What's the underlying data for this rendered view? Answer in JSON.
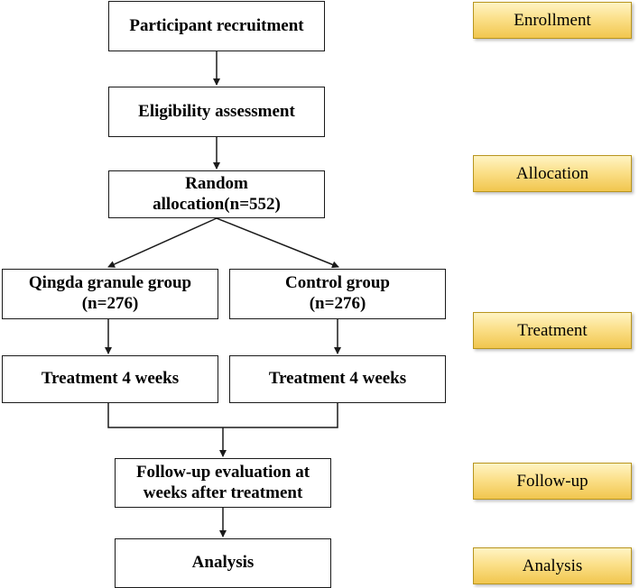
{
  "boxes": {
    "recruitment": "Participant recruitment",
    "eligibility": "Eligibility assessment",
    "allocation": "Random allocation(n=552)",
    "qingda_group": "Qingda granule group (n=276)",
    "control_group": "Control group (n=276)",
    "treatment_left": "Treatment 4 weeks",
    "treatment_right": "Treatment 4 weeks",
    "followup": "Follow-up evaluation at weeks after treatment",
    "analysis": "Analysis"
  },
  "stages": {
    "enrollment": "Enrollment",
    "allocation": "Allocation",
    "treatment": "Treatment",
    "followup": "Follow-up",
    "analysis": "Analysis"
  },
  "colors": {
    "stage_fill_top": "#fff4c4",
    "stage_fill_bottom": "#f1c64e",
    "stage_border": "#b8951e",
    "line": "#1a1a1a"
  }
}
